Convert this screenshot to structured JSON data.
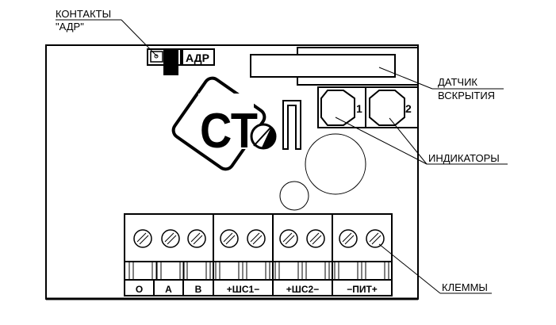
{
  "callouts": {
    "contacts_line1": "КОНТАКТЫ",
    "contacts_line2": "\"АДР\"",
    "sensor_line1": "ДАТЧИК",
    "sensor_line2": "ВСКРЫТИЯ",
    "indicators": "ИНДИКАТОРЫ",
    "terminals": "КЛЕММЫ"
  },
  "board": {
    "adr_label": "АДР",
    "logo": "СТ",
    "indicator_1": "1",
    "indicator_2": "2"
  },
  "terminal_labels": [
    "О",
    "А",
    "В",
    "+ШС1−",
    "+ШС2−",
    "−ПИТ+"
  ]
}
